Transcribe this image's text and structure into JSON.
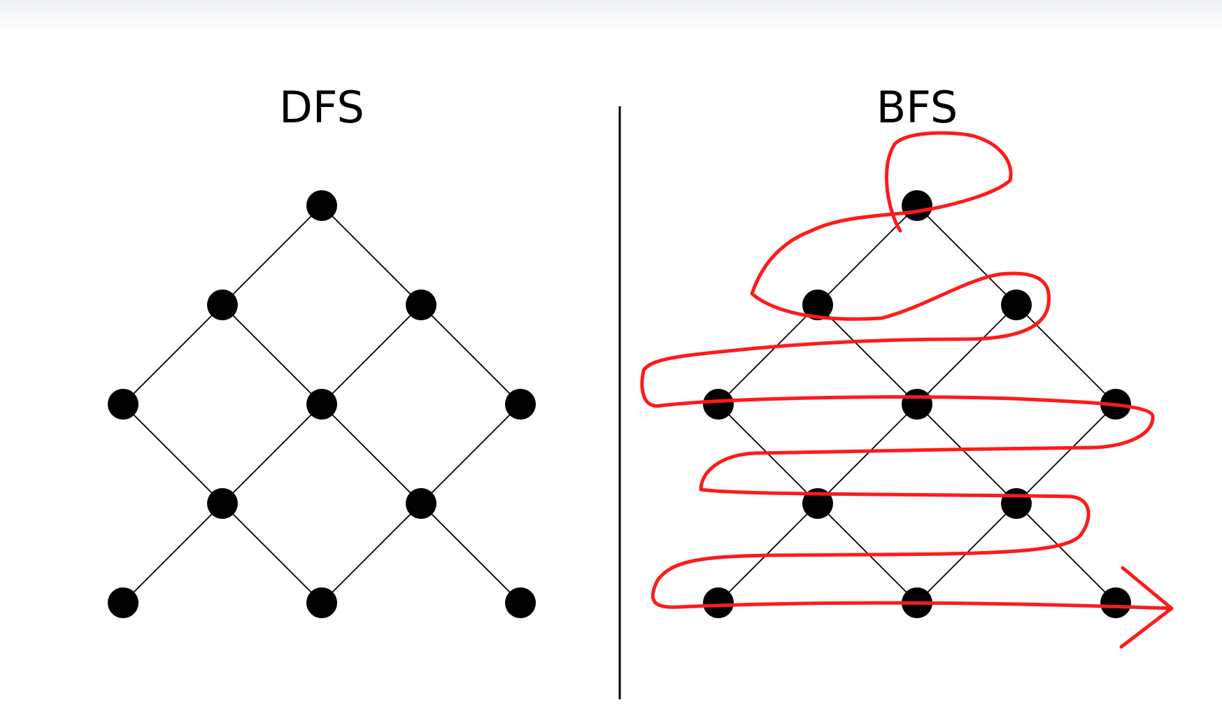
{
  "panels": [
    {
      "id": "dfs",
      "title": "DFS"
    },
    {
      "id": "bfs",
      "title": "BFS"
    }
  ],
  "colors": {
    "node": "#000000",
    "edge": "#000000",
    "divider": "#000000",
    "annotation": "#ff1a1a"
  }
}
